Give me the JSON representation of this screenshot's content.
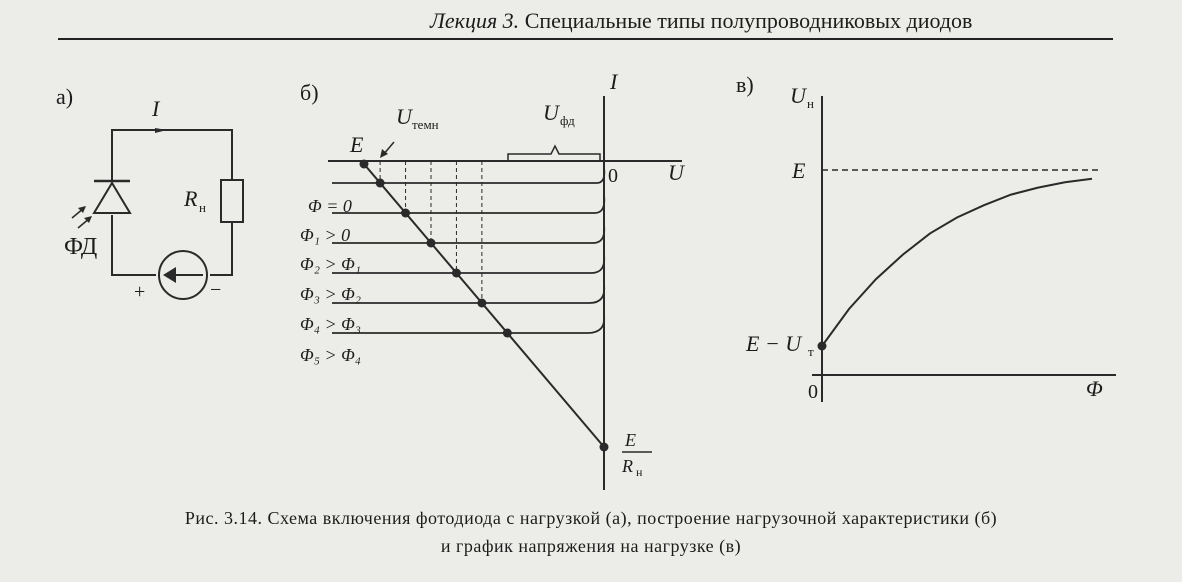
{
  "header": {
    "lecture": "Лекция 3.",
    "title": "Специальные типы полупроводниковых диодов"
  },
  "panel_a": {
    "label": "а)",
    "current_label": "I",
    "resistor_label": "R",
    "resistor_sub": "н",
    "diode_label": "ФД",
    "plus": "+",
    "minus": "−"
  },
  "panel_b": {
    "label": "б)",
    "axis_i": "I",
    "axis_u": "U",
    "origin": "0",
    "point_e": "E",
    "u_temn": "U",
    "u_temn_sub": "темн",
    "u_fd": "U",
    "u_fd_sub": "фд",
    "fraction_num": "E",
    "fraction_den": "R",
    "fraction_den_sub": "н",
    "curves": [
      {
        "label": "Φ = 0"
      },
      {
        "label": "Φ₁ > 0"
      },
      {
        "label": "Φ₂ > Φ₁"
      },
      {
        "label": "Φ₃ > Φ₂"
      },
      {
        "label": "Φ₄ > Φ₃"
      },
      {
        "label": "Φ₅ > Φ₄"
      }
    ]
  },
  "chart_data": {
    "type": "line",
    "panel_label": "в)",
    "ylabel": "U",
    "ylabel_sub": "н",
    "xlabel": "Φ",
    "origin_label": "0",
    "asymptote_label": "E",
    "start_label": "E − U",
    "start_label_sub": "т",
    "series": [
      {
        "x": [
          0,
          0.1,
          0.2,
          0.3,
          0.4,
          0.5,
          0.6,
          0.7,
          0.8,
          0.9,
          1.0
        ],
        "y": [
          0.0,
          0.21,
          0.38,
          0.52,
          0.64,
          0.73,
          0.8,
          0.86,
          0.9,
          0.93,
          0.95
        ]
      }
    ],
    "grid": false
  },
  "caption": {
    "line1": "Рис. 3.14. Схема включения фотодиода с нагрузкой (а), построение нагрузочной характеристики (б)",
    "line2": "и график напряжения на нагрузке (в)"
  }
}
